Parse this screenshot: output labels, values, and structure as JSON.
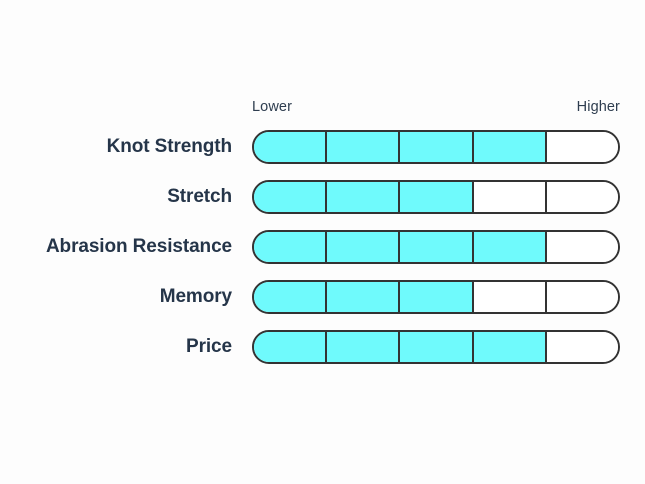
{
  "scale": {
    "low_label": "Lower",
    "high_label": "Higher"
  },
  "colors": {
    "fill": "#6ffafc",
    "empty": "#ffffff",
    "outline": "#333333",
    "label_text": "#253549",
    "caption_text": "#2e3d4f",
    "background": "#fdfdfd"
  },
  "rows": [
    {
      "label": "Knot Strength",
      "value": 4
    },
    {
      "label": "Stretch",
      "value": 3
    },
    {
      "label": "Abrasion Resistance",
      "value": 4
    },
    {
      "label": "Memory",
      "value": 3
    },
    {
      "label": "Price",
      "value": 4
    }
  ],
  "chart_data": {
    "type": "bar",
    "title": "",
    "subtitle": "",
    "xlabel": "",
    "ylabel": "",
    "orientation": "horizontal",
    "style": "segmented-pill-rating",
    "segments": 5,
    "xlim": [
      0,
      5
    ],
    "grid": false,
    "legend": false,
    "axis_low_label": "Lower",
    "axis_high_label": "Higher",
    "categories": [
      "Knot Strength",
      "Stretch",
      "Abrasion Resistance",
      "Memory",
      "Price"
    ],
    "values": [
      4,
      3,
      4,
      3,
      4
    ],
    "value_max": 5,
    "tick_labels": [
      "Lower",
      "Higher"
    ]
  }
}
